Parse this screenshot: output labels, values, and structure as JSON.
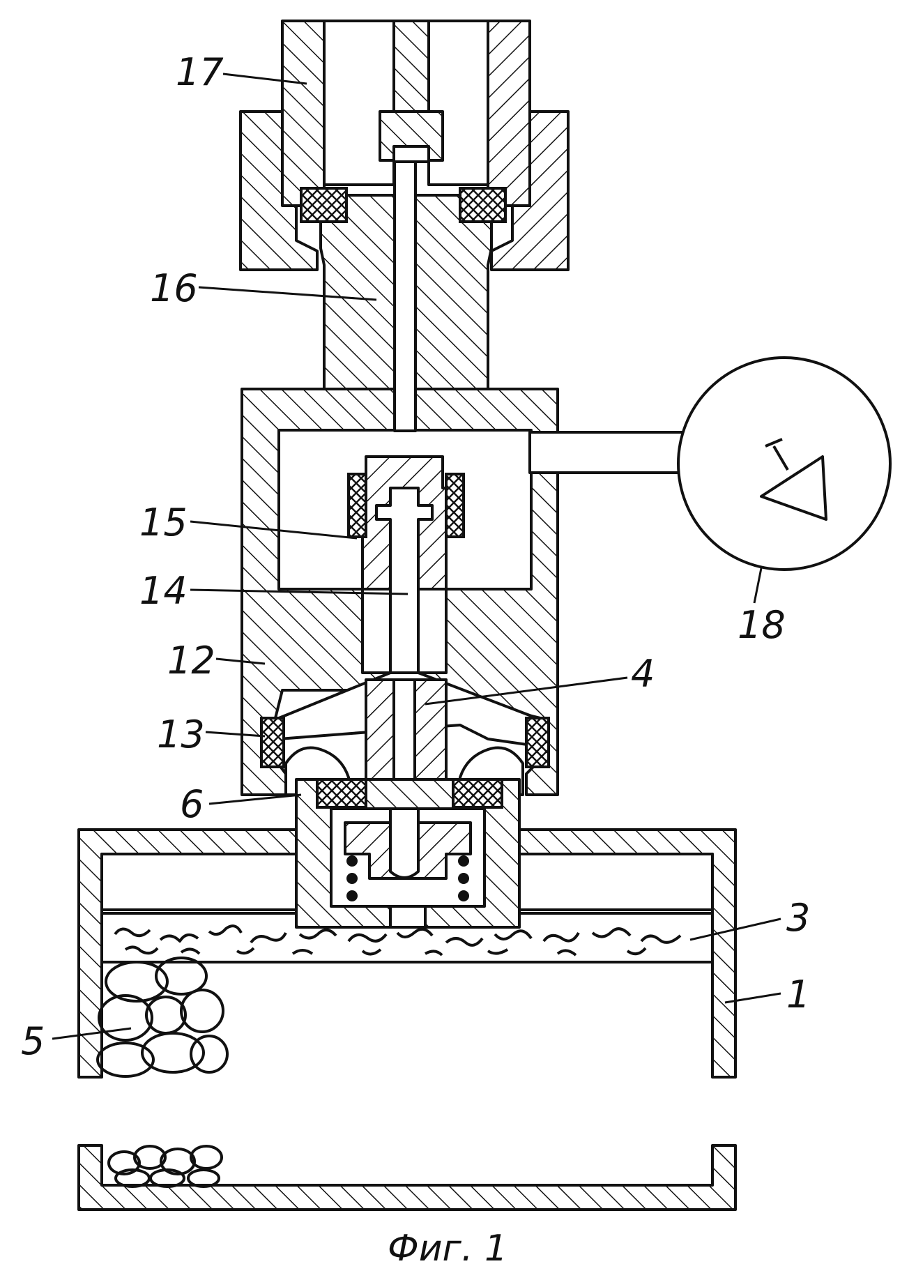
{
  "labels": {
    "l17": "17",
    "l16": "16",
    "l15": "15",
    "l14": "14",
    "l12": "12",
    "l13": "13",
    "l6": "6",
    "l4": "4",
    "l18": "18",
    "l3": "3",
    "l1": "1",
    "l5": "5"
  },
  "caption": "Фиг. 1"
}
